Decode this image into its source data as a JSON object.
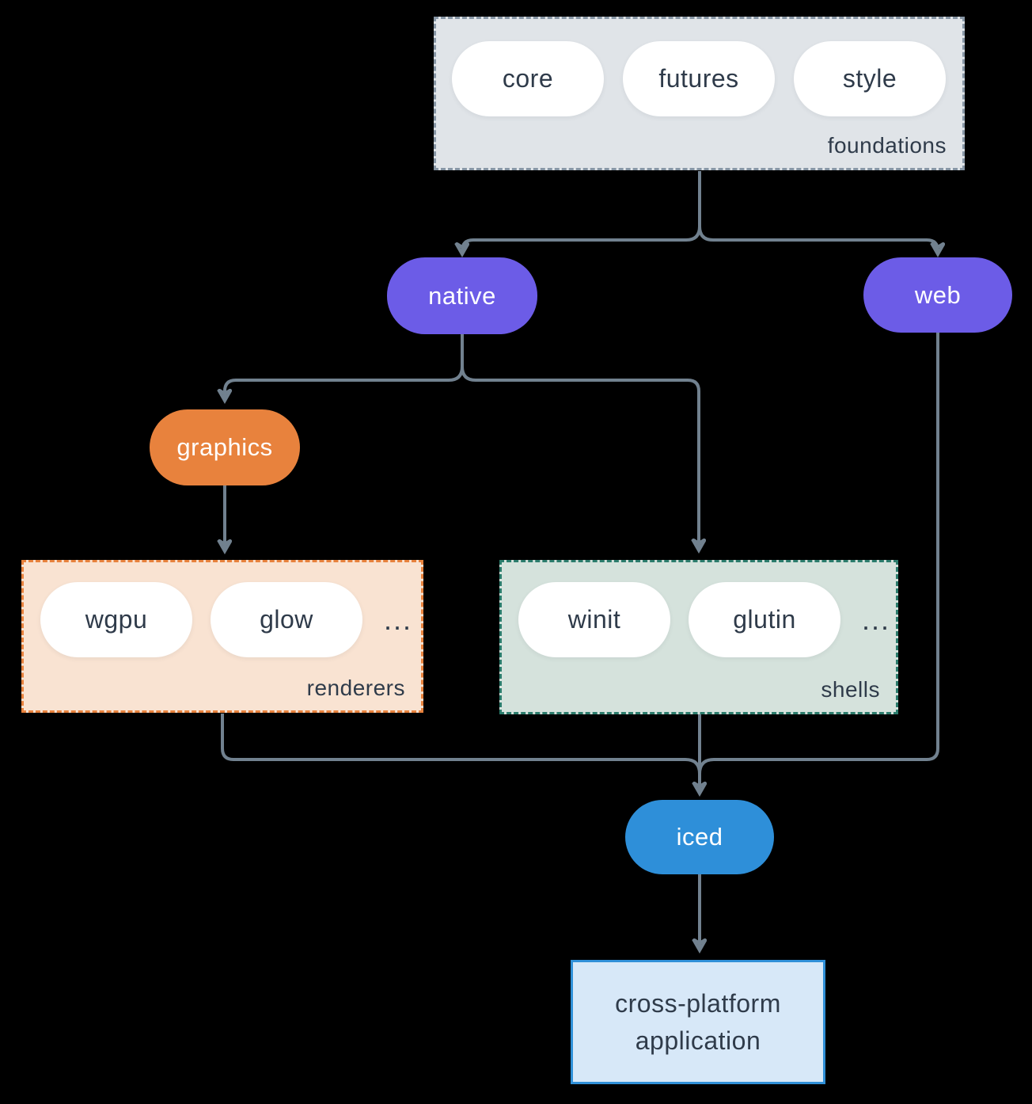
{
  "groups": {
    "foundations": {
      "label": "foundations",
      "items": [
        "core",
        "futures",
        "style"
      ]
    },
    "renderers": {
      "label": "renderers",
      "items": [
        "wgpu",
        "glow"
      ],
      "more": "..."
    },
    "shells": {
      "label": "shells",
      "items": [
        "winit",
        "glutin"
      ],
      "more": "..."
    }
  },
  "nodes": {
    "native": "native",
    "web": "web",
    "graphics": "graphics",
    "iced": "iced",
    "app": {
      "line1": "cross-platform",
      "line2": "application"
    }
  },
  "colors": {
    "background": "#000000",
    "arrow": "#71818f",
    "foundations_fill": "#e0e4e8",
    "foundations_border": "#8796a5",
    "purple": "#6c5ce7",
    "orange": "#e8823d",
    "renderers_fill": "#f9e3d2",
    "shells_fill": "#d5e2dc",
    "shells_border": "#2b7c6c",
    "blue": "#2e8fd9",
    "app_fill": "#d7e8f8",
    "app_border": "#3090d8",
    "text_dark": "#2f3b4a",
    "text_light": "#ffffff"
  }
}
